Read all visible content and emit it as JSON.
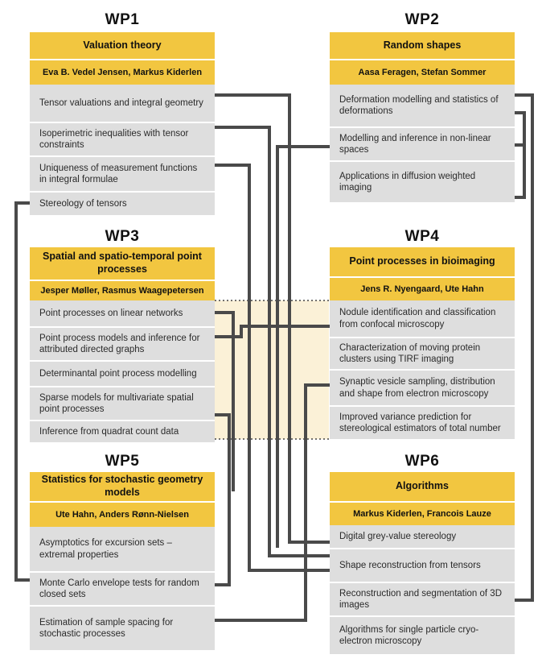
{
  "colors": {
    "header": "#f2c640",
    "item_bg": "#dedede",
    "connector": "#4a4a4a",
    "shade": "#fbf1d7"
  },
  "wps": [
    {
      "id": "WP1",
      "title": "Valuation theory",
      "authors": "Eva B. Vedel Jensen, Markus Kiderlen",
      "items": [
        "Tensor valuations and integral geometry",
        "Isoperimetric inequalities with tensor constraints",
        "Uniqueness of measurement functions in integral formulae",
        "Stereology of tensors"
      ]
    },
    {
      "id": "WP2",
      "title": "Random shapes",
      "authors": "Aasa Feragen, Stefan Sommer",
      "items": [
        "Deformation modelling and statistics of deformations",
        "Modelling and inference in non-linear spaces",
        "Applications in diffusion weighted imaging"
      ]
    },
    {
      "id": "WP3",
      "title": "Spatial and spatio-temporal point processes",
      "authors": "Jesper Møller, Rasmus Waagepetersen",
      "items": [
        "Point processes on linear networks",
        "Point process models and inference for attributed directed graphs",
        "Determinantal point process modelling",
        "Sparse models for multivariate spatial point processes",
        "Inference from quadrat count data"
      ]
    },
    {
      "id": "WP4",
      "title": "Point processes in bioimaging",
      "authors": "Jens R. Nyengaard, Ute Hahn",
      "items": [
        "Nodule identification and classification from confocal microscopy",
        "Characterization of moving protein clusters using TIRF imaging",
        "Synaptic vesicle sampling, distribution and shape from electron microscopy",
        "Improved variance prediction for stereological estimators of total number"
      ]
    },
    {
      "id": "WP5",
      "title": "Statistics for stochastic geometry models",
      "authors": "Ute Hahn, Anders Rønn-Nielsen",
      "items": [
        "Asymptotics for excursion sets – extremal properties",
        "Monte Carlo envelope tests for random closed sets",
        "Estimation of sample spacing for stochastic processes"
      ]
    },
    {
      "id": "WP6",
      "title": "Algorithms",
      "authors": "Markus Kiderlen, Francois Lauze",
      "items": [
        "Digital grey-value stereology",
        "Shape reconstruction from tensors",
        "Reconstruction and segmentation of 3D images",
        "Algorithms for single particle cryo-electron microscopy"
      ]
    }
  ]
}
